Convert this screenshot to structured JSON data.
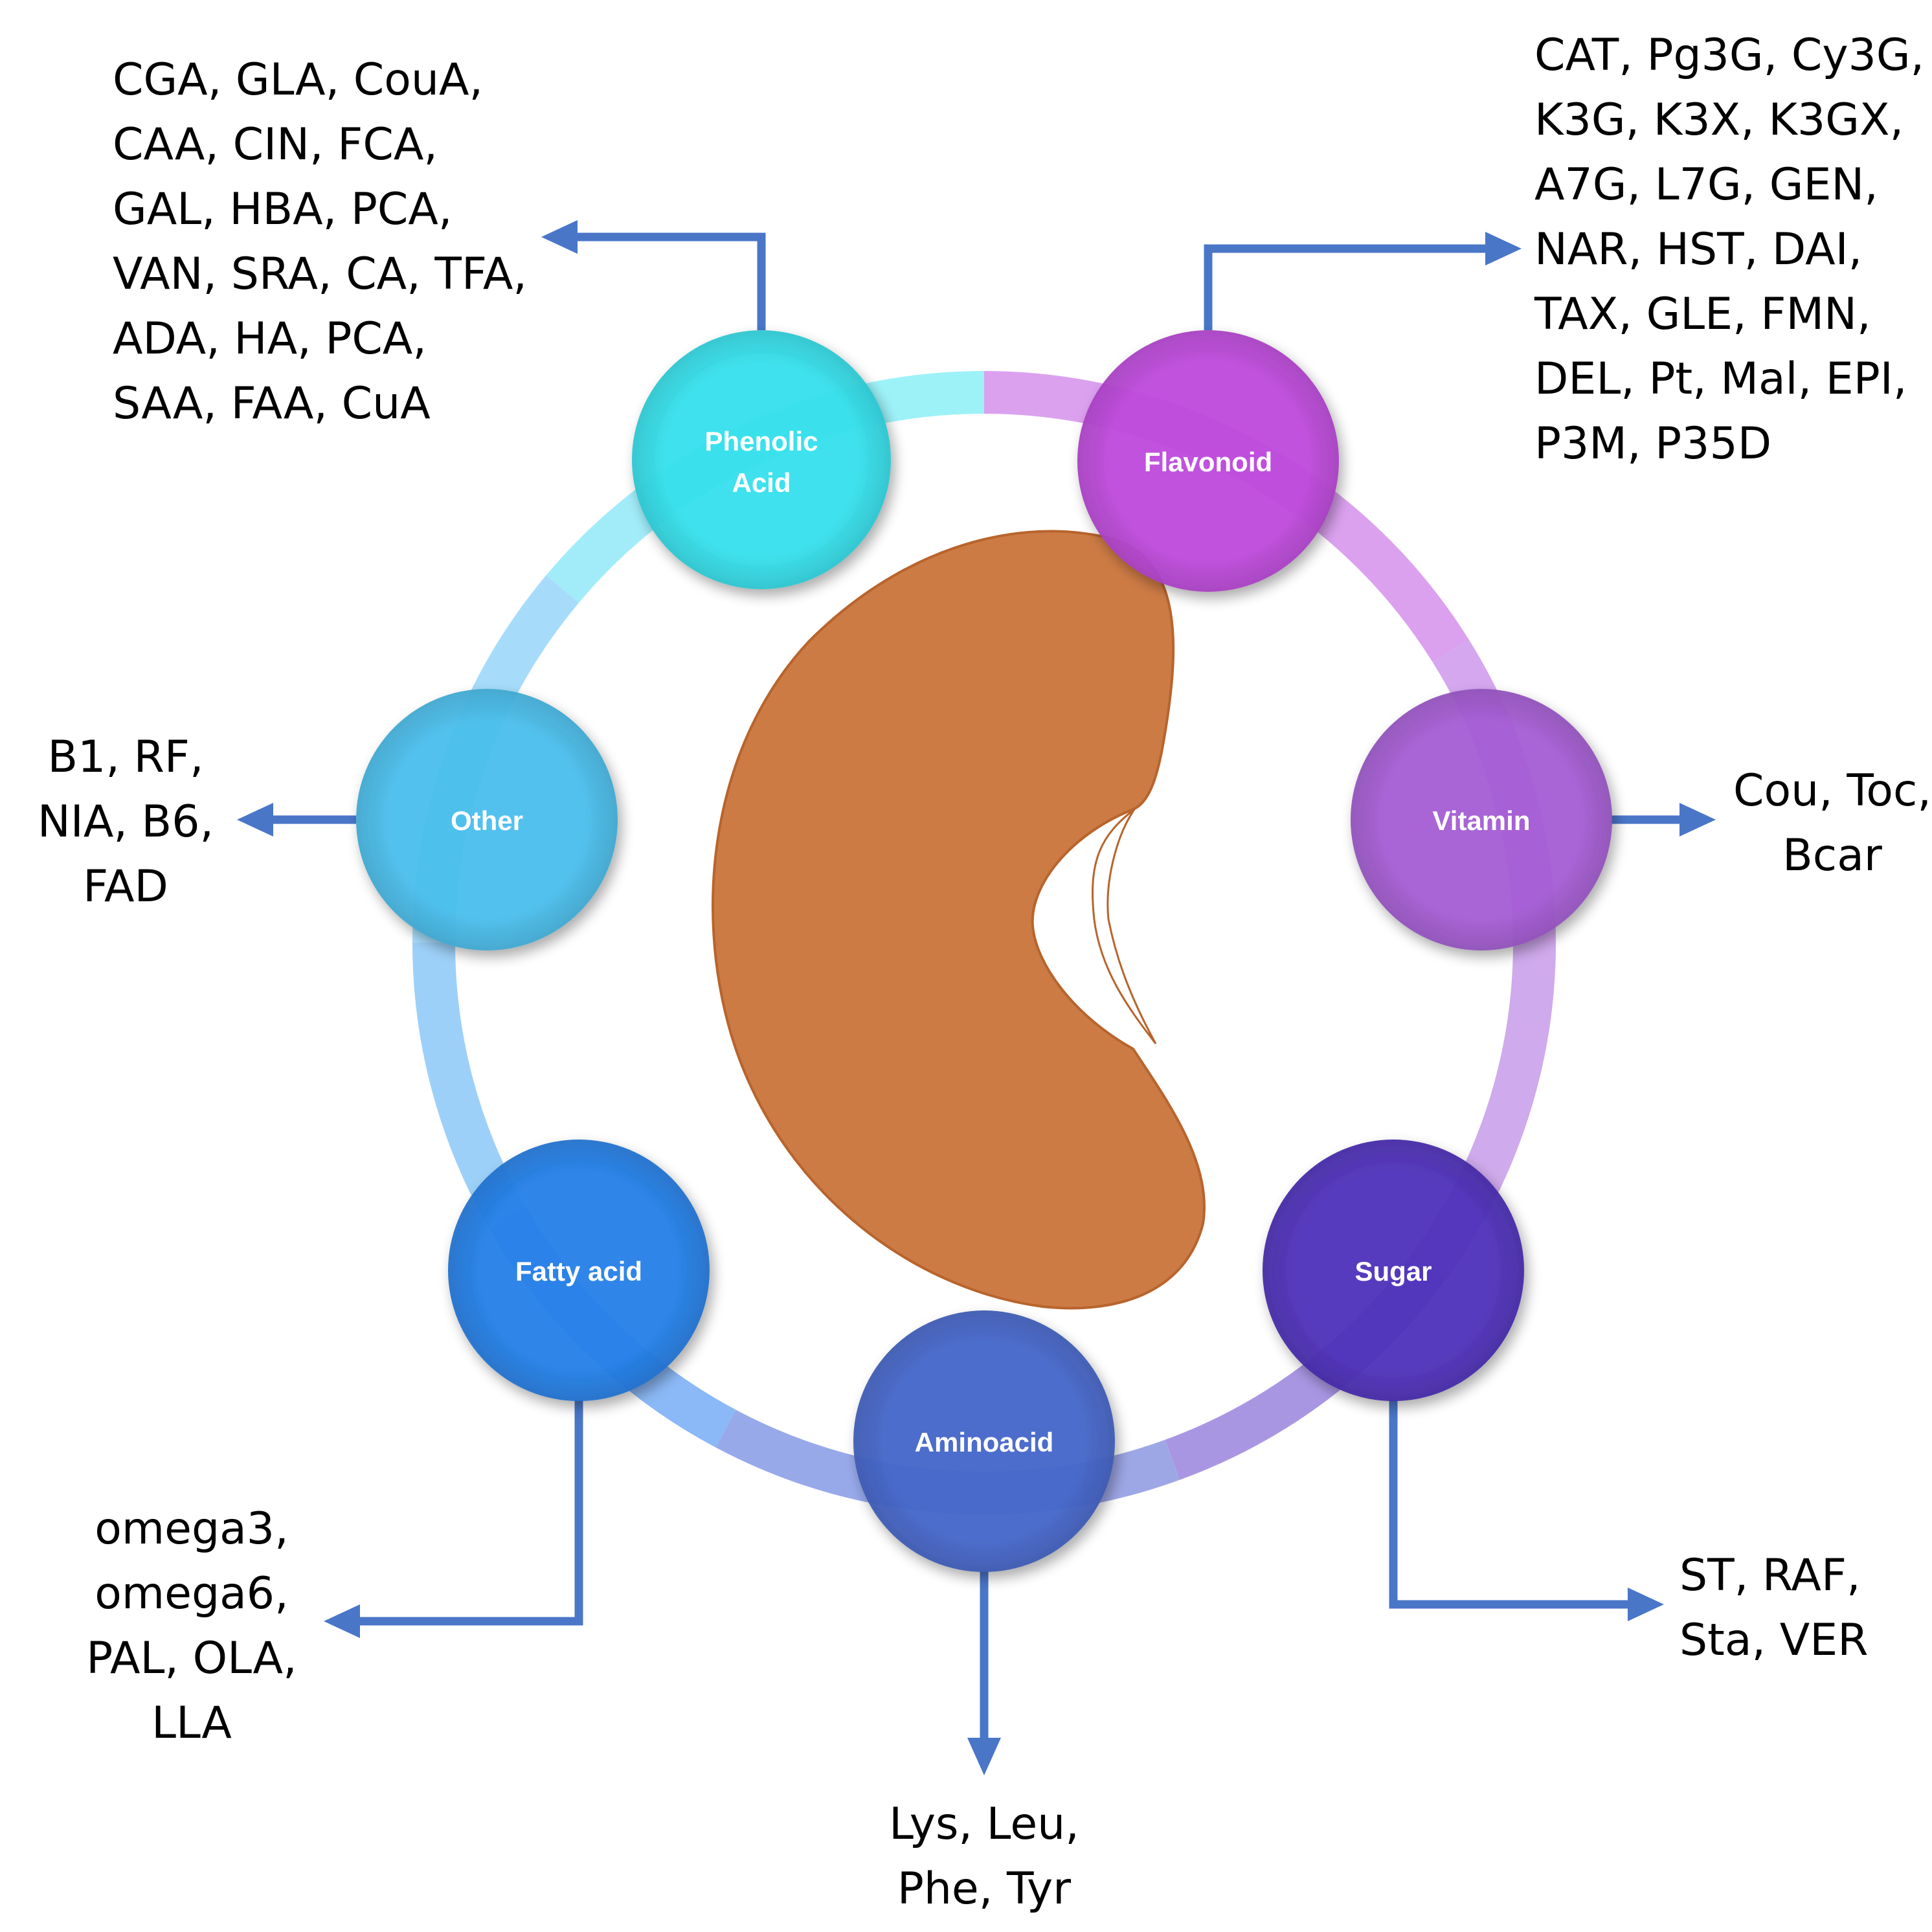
{
  "center": {
    "shape_icon": "kidney-bean-icon",
    "color": "#cd7b45"
  },
  "nodes": [
    {
      "key": "phenolic",
      "label_lines": [
        "Phenolic",
        "Acid"
      ],
      "color": "#36e2ee",
      "items_lines": [
        "CGA, GLA, CouA,",
        "CAA, CIN, FCA,",
        "GAL, HBA, PCA,",
        "VAN, SRA, CA, TFA,",
        "ADA, HA, PCA,",
        "SAA, FAA, CuA"
      ]
    },
    {
      "key": "flavonoid",
      "label_lines": [
        "Flavonoid"
      ],
      "color": "#c04bde",
      "items_lines": [
        "CAT, Pg3G, Cy3G,",
        "K3G, K3X, K3GX,",
        "A7G, L7G, GEN,",
        "NAR, HST, DAI,",
        "TAX, GLE, FMN,",
        "DEL, Pt, Mal, EPI,",
        "P3M, P35D"
      ]
    },
    {
      "key": "vitamin",
      "label_lines": [
        "Vitamin"
      ],
      "color": "#a75fd6",
      "items_lines": [
        "Cou, Toc,",
        "Bcar"
      ]
    },
    {
      "key": "sugar",
      "label_lines": [
        "Sugar"
      ],
      "color": "#5033bd",
      "items_lines": [
        "ST, RAF,",
        "Sta, VER"
      ]
    },
    {
      "key": "aminoacid",
      "label_lines": [
        "Aminoacid"
      ],
      "color": "#4768cc",
      "items_lines": [
        "Lys, Leu,",
        "Phe, Tyr"
      ]
    },
    {
      "key": "fatty-acid",
      "label_lines": [
        "Fatty acid"
      ],
      "color": "#2682ea",
      "items_lines": [
        "omega3,",
        "omega6,",
        "PAL, OLA,",
        "LLA"
      ]
    },
    {
      "key": "other",
      "label_lines": [
        "Other"
      ],
      "color": "#4bc0ee",
      "items_lines": [
        "B1, RF,",
        "NIA, B6,",
        "FAD"
      ]
    }
  ],
  "arrow_color": "#4a76c8"
}
